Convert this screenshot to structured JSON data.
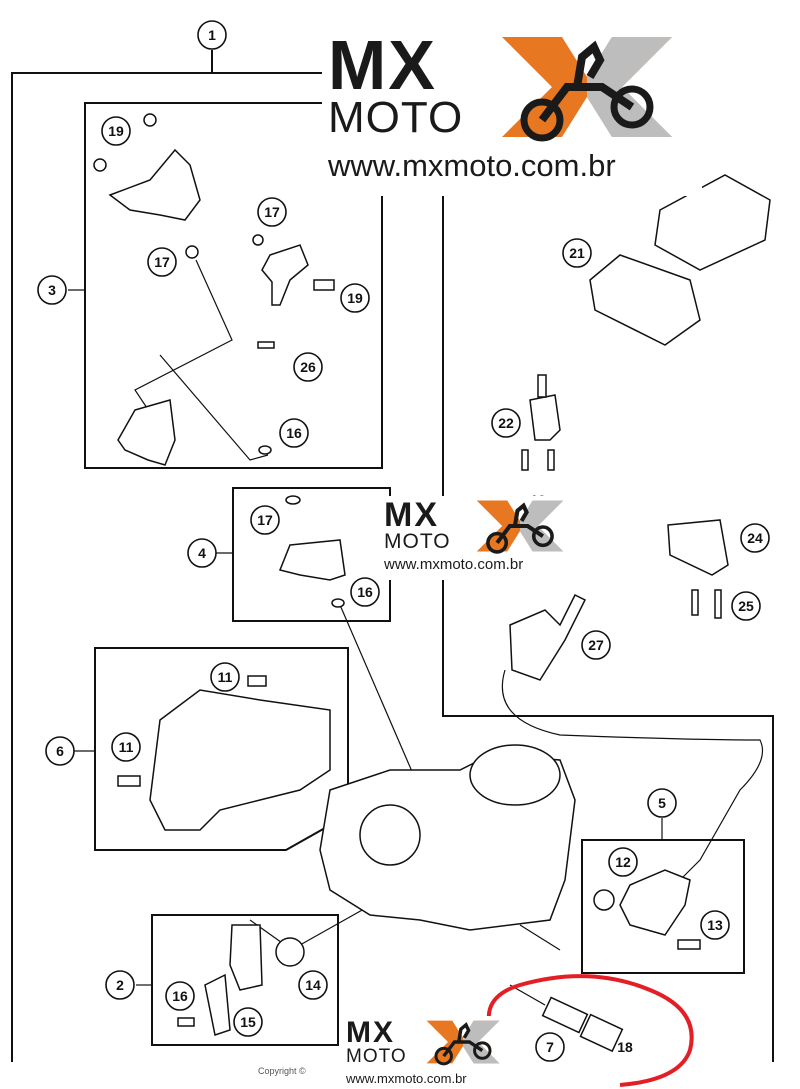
{
  "diagram": {
    "callouts": [
      "1",
      "2",
      "3",
      "4",
      "5",
      "6",
      "7",
      "11",
      "11",
      "12",
      "13",
      "14",
      "15",
      "16",
      "16",
      "16",
      "17",
      "17",
      "17",
      "18",
      "19",
      "19",
      "21",
      "22",
      "24",
      "25",
      "26",
      "27"
    ],
    "partial_callouts": [
      "19",
      "1"
    ],
    "footer_text": "Copyright ©"
  },
  "watermark": {
    "brand_top": "MX",
    "brand_bottom": "MOTO",
    "url": "www.mxmoto.com.br",
    "accent_color": "#e87722",
    "mark_color": "#bdbdbd"
  },
  "highlight": {
    "color": "#e31e24",
    "target": "7"
  }
}
